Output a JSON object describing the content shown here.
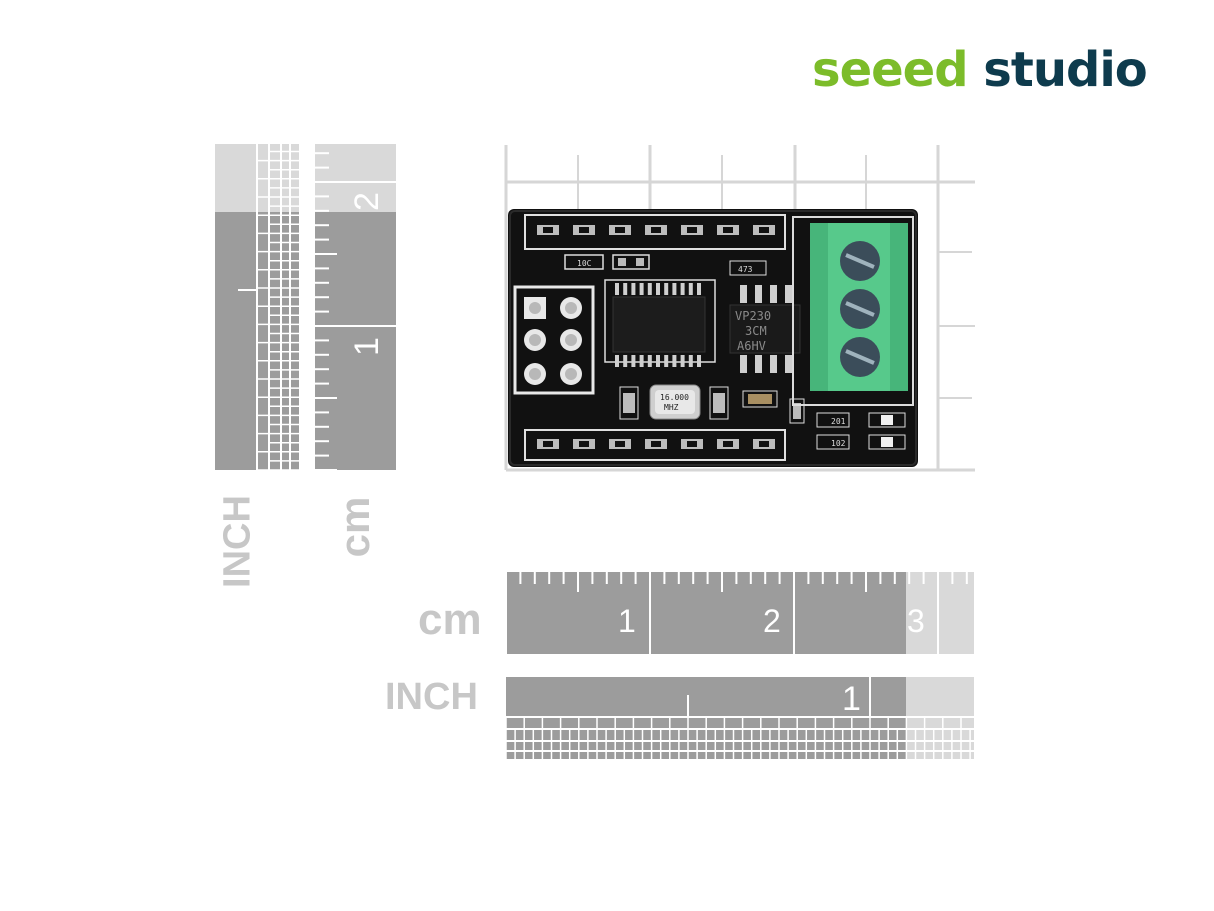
{
  "brand": {
    "logo_part1": "seeed",
    "logo_part2": " studio",
    "colors": {
      "green": "#7cbc2a",
      "dark": "#0e3b4d"
    }
  },
  "vertical_ruler": {
    "inch_label": "INCH",
    "cm_label": "cm",
    "cm_ticks": [
      "2",
      "1"
    ]
  },
  "horizontal_ruler": {
    "cm_label": "cm",
    "cm_ticks": [
      "1",
      "2",
      "3"
    ],
    "inch_label": "INCH",
    "inch_ticks": [
      "1"
    ]
  },
  "board": {
    "crystal_label_1": "16.000",
    "crystal_label_2": "MHZ",
    "chip_line_1": "VP230",
    "chip_line_2": "3CM",
    "chip_line_3": "A6HV",
    "res_top_left": "10C",
    "res_top_right": "473",
    "res_bottom_1": "201",
    "res_bottom_2": "102",
    "terminal_color": "#57c98b"
  }
}
